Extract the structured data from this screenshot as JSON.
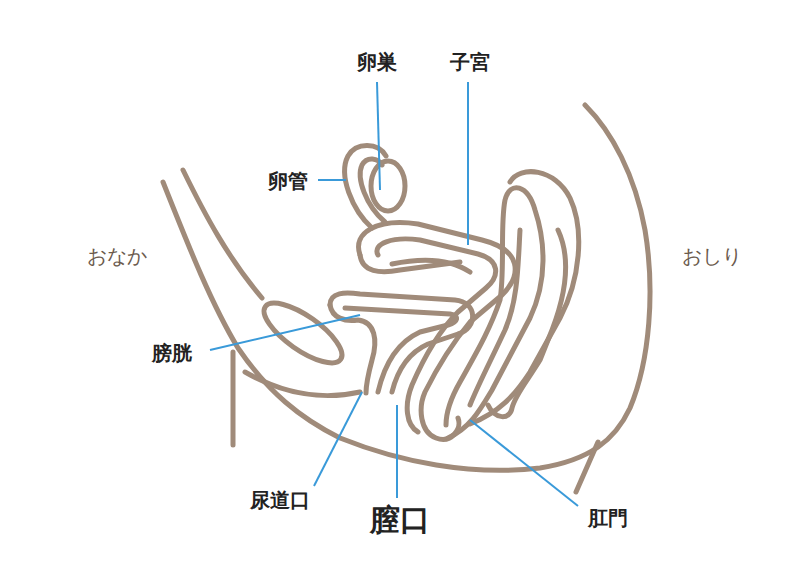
{
  "diagram": {
    "labels": [
      "卵巣",
      "子宮",
      "卵管",
      "おなか",
      "おしり",
      "膀胱",
      "尿道口",
      "膣口",
      "肛門"
    ]
  }
}
